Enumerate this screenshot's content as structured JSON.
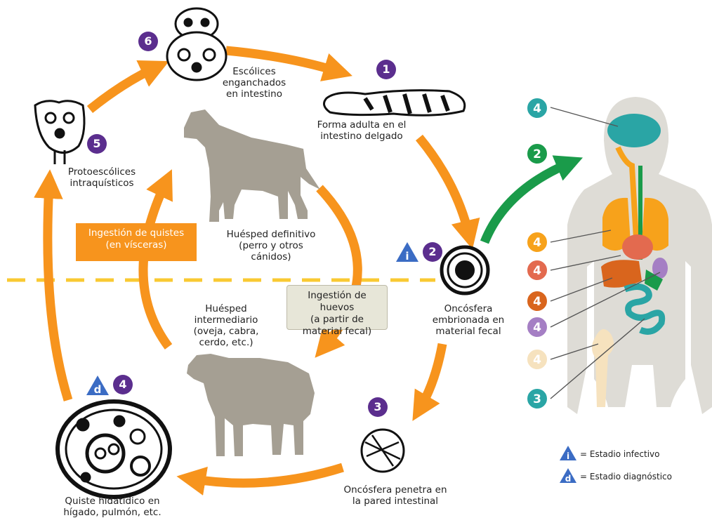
{
  "colors": {
    "orange": "#f7941d",
    "green": "#1a9b4a",
    "purple": "#5b2e8e",
    "teal": "#2aa5a5",
    "blue": "#3b6cc4",
    "dashed_line": "#f9c932",
    "box_orange": "#f7941d",
    "box_gray": "#e7e6d8",
    "silhouette": "#a59f93",
    "body": "#dedcd6"
  },
  "stages": {
    "s1": {
      "badge": "1",
      "label": "Forma adulta en el\nintestino delgado"
    },
    "s2": {
      "badge": "2",
      "label": "Oncósfera\nembrionada en\nmaterial fecal"
    },
    "s3": {
      "badge": "3",
      "label": "Oncósfera penetra en\nla pared intestinal"
    },
    "s4": {
      "badge": "4",
      "label": "Quiste hidatídico en\nhígado, pulmón, etc."
    },
    "s5": {
      "badge": "5",
      "label": "Protoescólices\nintraquísticos"
    },
    "s6": {
      "badge": "6",
      "label": "Escólices\nenganchados\nen intestino"
    }
  },
  "hosts": {
    "definitive": "Huésped definitivo\n(perro y otros\ncánidos)",
    "intermediate": "Huésped\nintermediario\n(oveja, cabra,\ncerdo, etc.)"
  },
  "boxes": {
    "cysts": "Ingestión de quistes\n(en vísceras)",
    "eggs": "Ingestión de huevos\n(a partir de\nmaterial fecal)"
  },
  "markers": {
    "infective": "i",
    "diagnostic": "d"
  },
  "human": {
    "badges": [
      "4",
      "2",
      "4",
      "4",
      "4",
      "4",
      "4",
      "3"
    ]
  },
  "legend": {
    "infective": "= Estadio infectivo",
    "diagnostic": "= Estadio diagnóstico"
  }
}
